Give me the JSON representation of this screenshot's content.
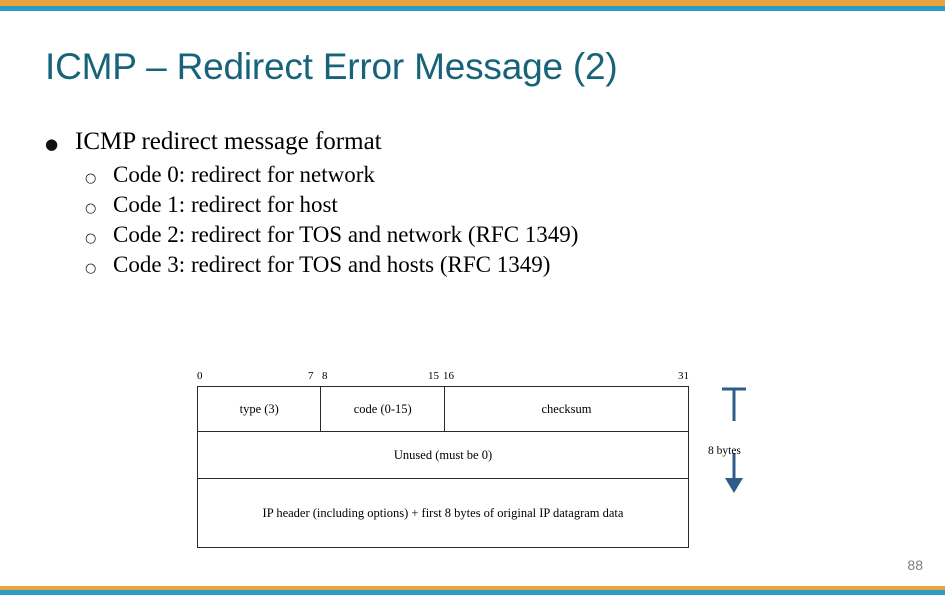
{
  "slide": {
    "title": "ICMP – Redirect Error Message (2)",
    "page_number": "88"
  },
  "theme": {
    "title_color": "#17647A",
    "bar_orange": "#E8A33D",
    "bar_blue": "#2E9BC4",
    "arrow_blue": "#2E5C8A"
  },
  "bullets": {
    "level1": {
      "marker": "●",
      "text": "ICMP redirect message format"
    },
    "level2_marker": "○",
    "items": [
      {
        "text": "Code 0: redirect for network"
      },
      {
        "text": "Code 1: redirect for host"
      },
      {
        "text": "Code 2: redirect for TOS and network (RFC 1349)"
      },
      {
        "text": "Code 3: redirect for TOS and hosts (RFC 1349)"
      }
    ]
  },
  "diagram": {
    "bit_labels": {
      "b0": "0",
      "b7": "7",
      "b8": "8",
      "b15": "15",
      "b16": "16",
      "b31": "31"
    },
    "row1": [
      {
        "label": "type (3)"
      },
      {
        "label": "code (0-15)"
      },
      {
        "label": "checksum"
      }
    ],
    "row2": {
      "label": "Unused (must be 0)"
    },
    "row3": {
      "label": "IP header (including options) + first 8 bytes of original IP datagram data"
    },
    "annotation": {
      "label": "8 bytes"
    }
  }
}
